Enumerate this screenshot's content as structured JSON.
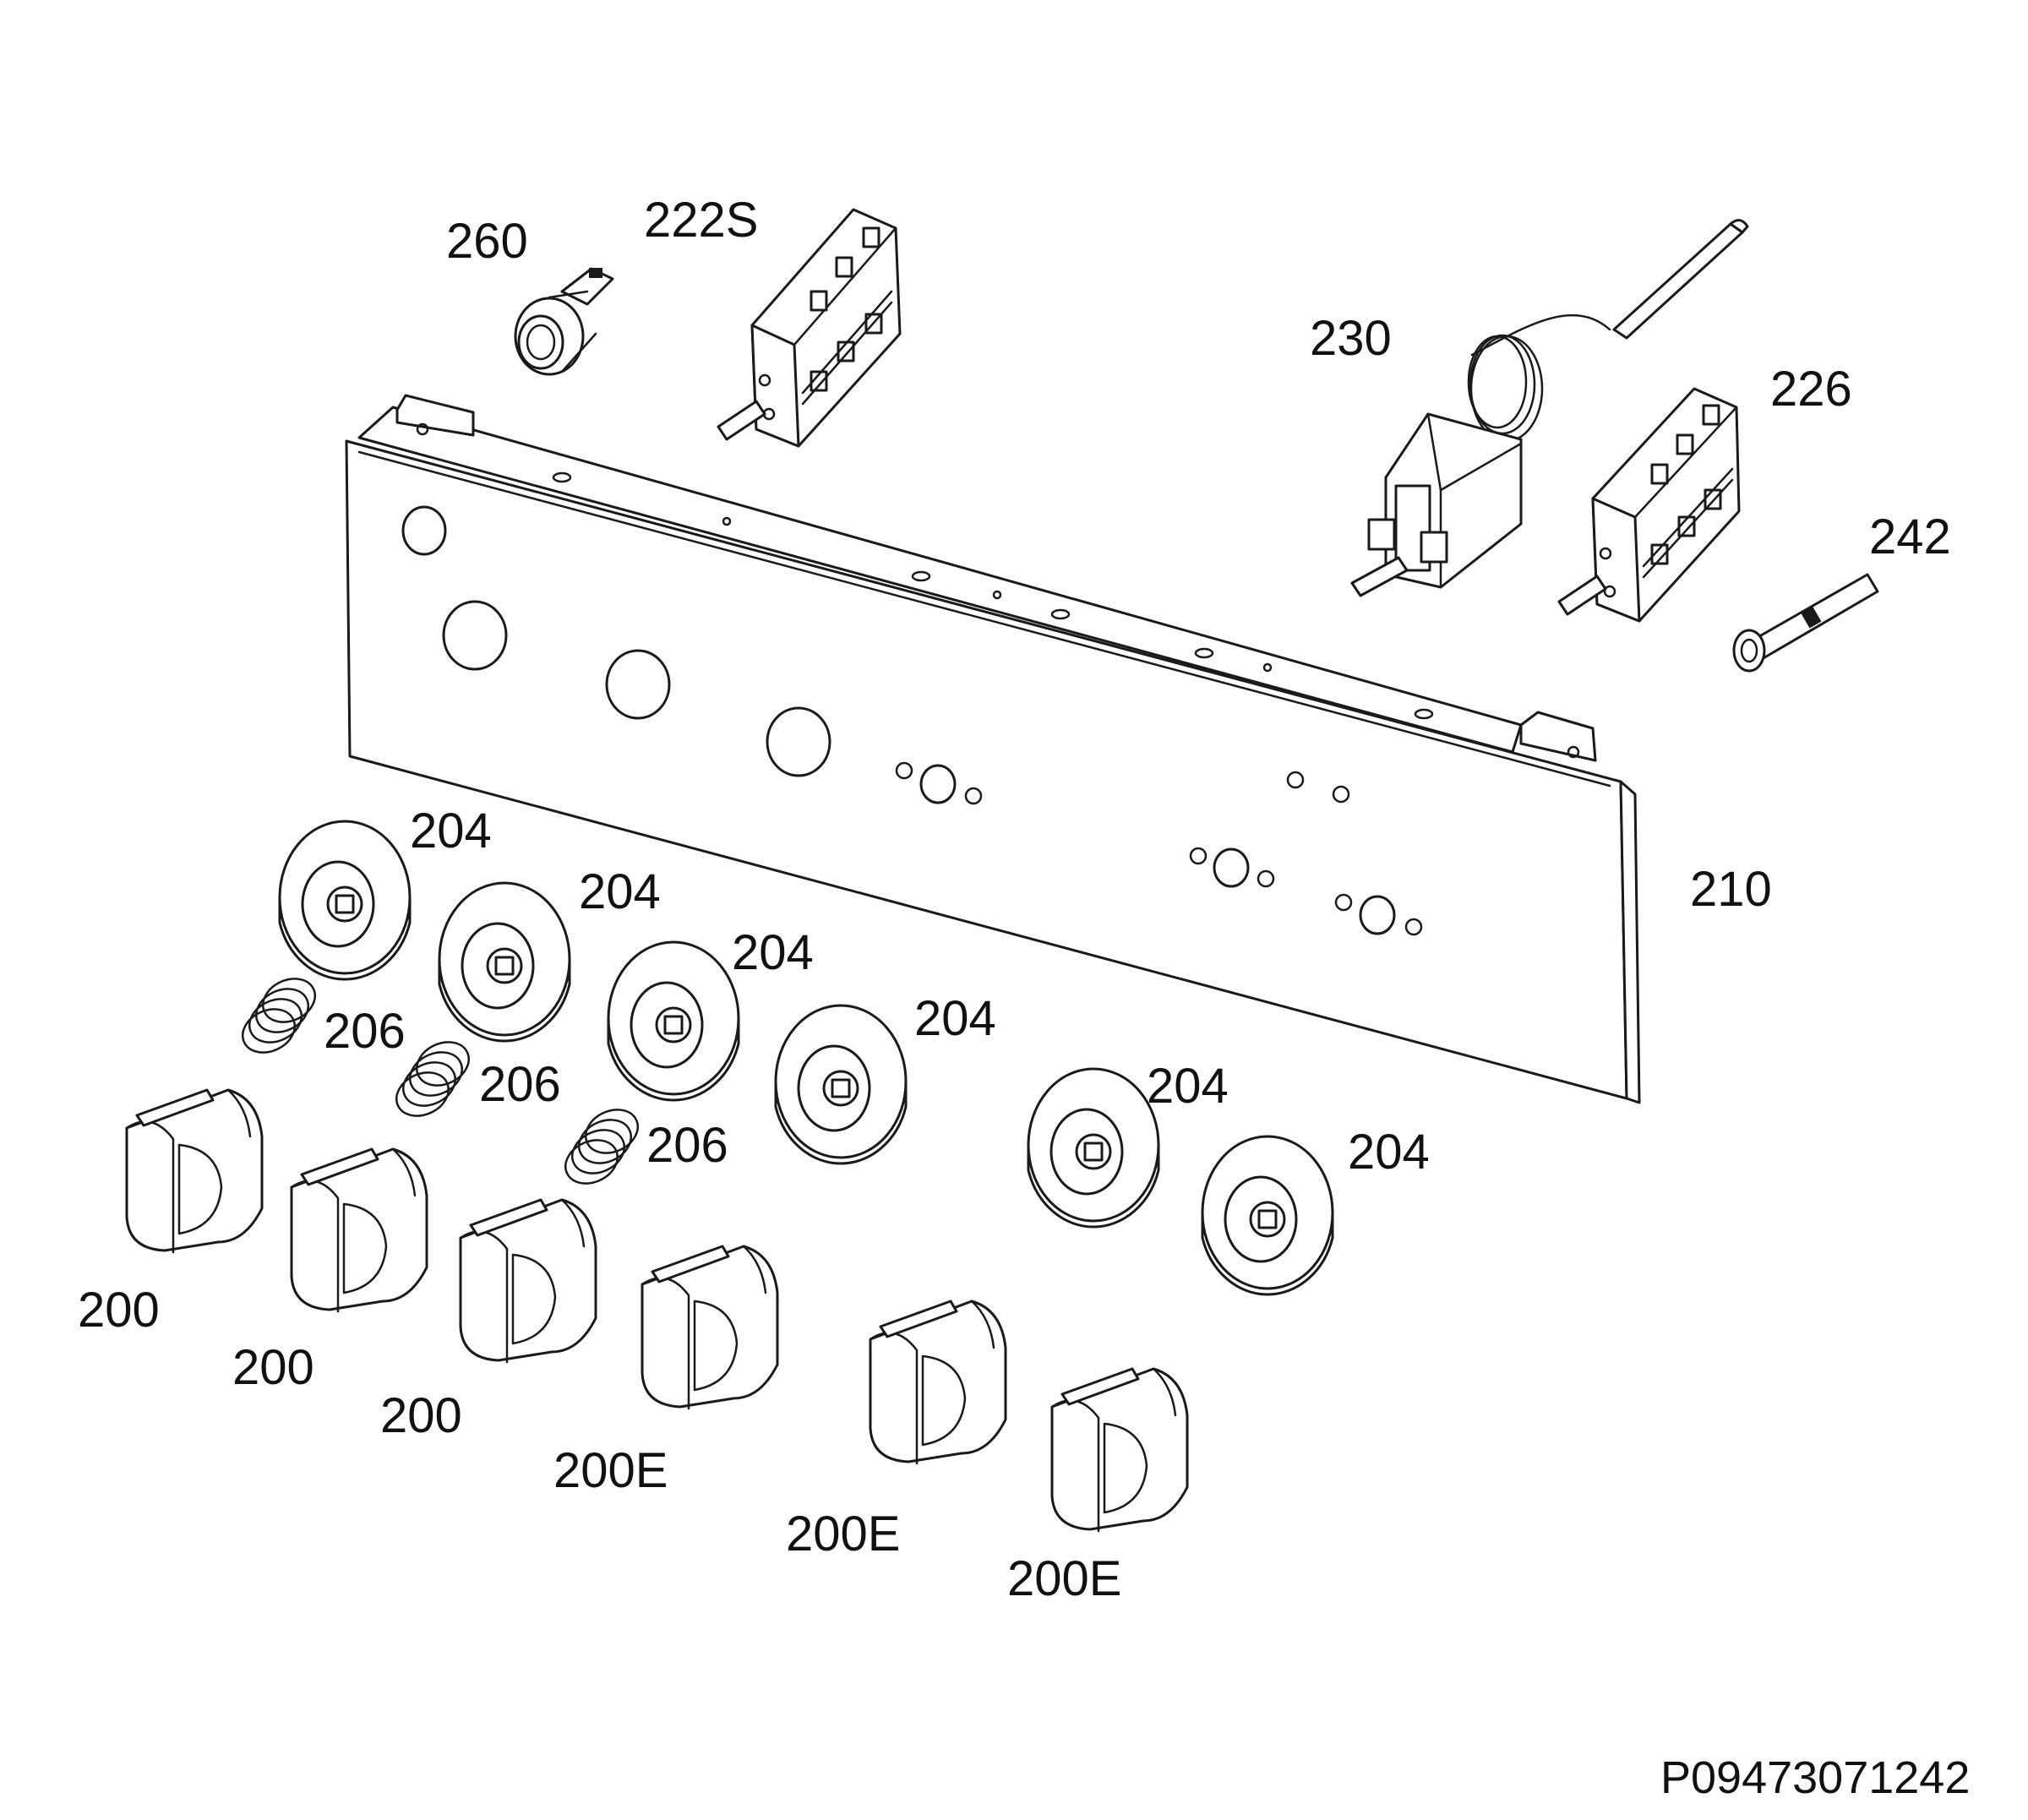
{
  "labels": {
    "l260": "260",
    "l222s": "222S",
    "l230": "230",
    "l226": "226",
    "l242": "242",
    "l210": "210",
    "l204_1": "204",
    "l204_2": "204",
    "l204_3": "204",
    "l204_4": "204",
    "l204_5": "204",
    "l204_6": "204",
    "l206_1": "206",
    "l206_2": "206",
    "l206_3": "206",
    "l200_1": "200",
    "l200_2": "200",
    "l200_3": "200",
    "l200e_1": "200E",
    "l200e_2": "200E",
    "l200e_3": "200E"
  },
  "reference_code": "P09473071242"
}
